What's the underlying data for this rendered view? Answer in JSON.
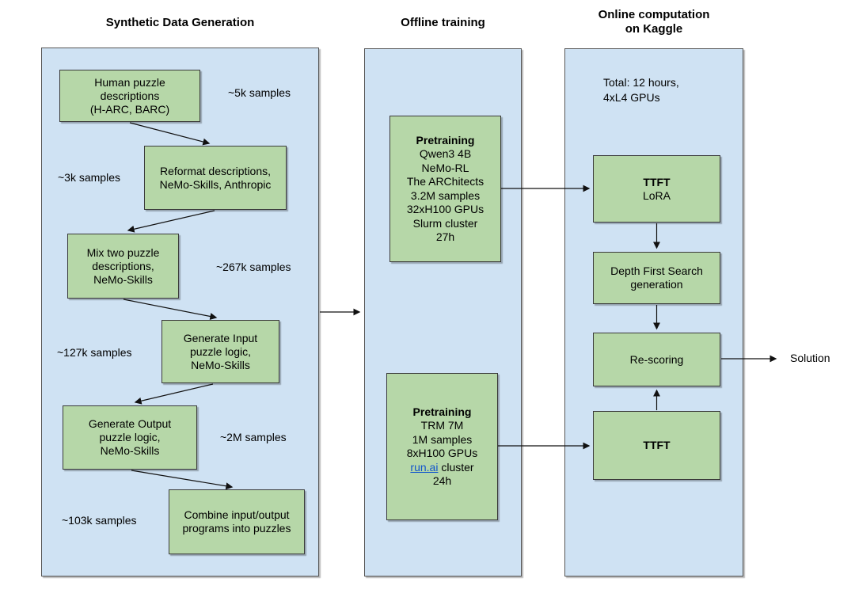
{
  "colors": {
    "panel_fill": "#cfe2f3",
    "box_fill": "#b6d7a8",
    "link": "#1155cc"
  },
  "columns": {
    "synthetic": {
      "title": "Synthetic Data Generation",
      "boxes": {
        "human": {
          "lines": [
            "Human puzzle",
            "descriptions",
            "(H-ARC, BARC)"
          ]
        },
        "reformat": {
          "lines": [
            "Reformat descriptions,",
            "NeMo-Skills, Anthropic"
          ]
        },
        "mix": {
          "lines": [
            "Mix two puzzle",
            "descriptions,",
            "NeMo-Skills"
          ]
        },
        "gen_input": {
          "lines": [
            "Generate Input",
            "puzzle logic,",
            "NeMo-Skills"
          ]
        },
        "gen_output": {
          "lines": [
            "Generate Output",
            "puzzle logic,",
            "NeMo-Skills"
          ]
        },
        "combine": {
          "lines": [
            "Combine input/output",
            "programs into puzzles"
          ]
        }
      },
      "sample_labels": {
        "s5k": "~5k samples",
        "s3k": "~3k samples",
        "s267k": "~267k samples",
        "s127k": "~127k samples",
        "s2m": "~2M samples",
        "s103k": "~103k samples"
      }
    },
    "offline": {
      "title": "Offline training",
      "boxes": {
        "pretrain_llm": {
          "title": "Pretraining",
          "lines": [
            "Qwen3 4B",
            "NeMo-RL",
            "The ARChitects",
            "3.2M samples",
            "32xH100 GPUs",
            "Slurm cluster",
            "27h"
          ]
        },
        "pretrain_trm": {
          "title": "Pretraining",
          "lines": [
            "TRM 7M",
            "1M samples",
            "8xH100 GPUs"
          ],
          "link_text": "run.ai",
          "link_suffix": " cluster",
          "last_line": "24h"
        }
      }
    },
    "online": {
      "title_line1": "Online computation",
      "title_line2": "on Kaggle",
      "note_line1": "Total: 12 hours,",
      "note_line2": "4xL4 GPUs",
      "boxes": {
        "ttft_lora": {
          "title": "TTFT",
          "subtitle": "LoRA"
        },
        "dfs": {
          "lines": [
            "Depth First Search",
            "generation"
          ]
        },
        "rescoring": {
          "label": "Re-scoring"
        },
        "ttft": {
          "title": "TTFT"
        }
      },
      "output_label": "Solution"
    }
  }
}
